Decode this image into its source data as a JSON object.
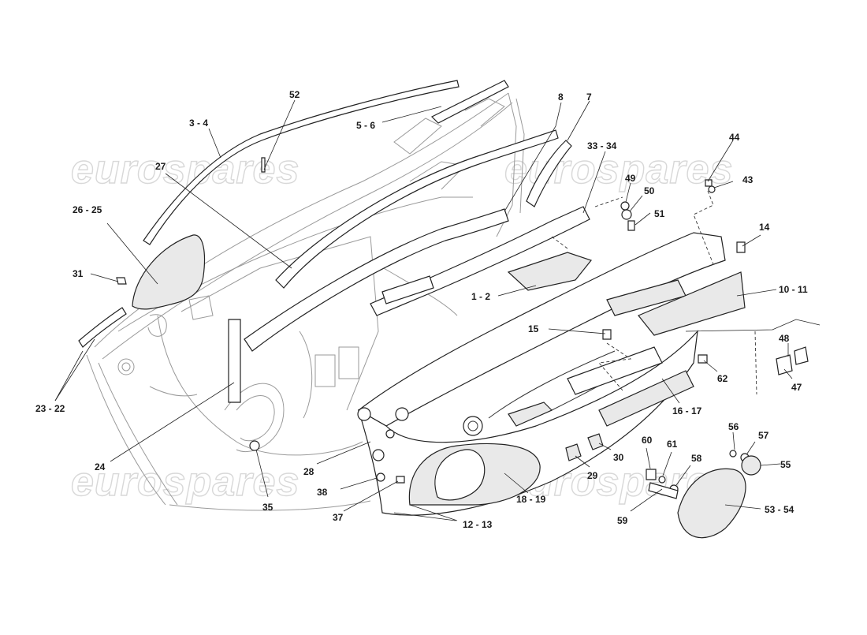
{
  "watermark": "eurospares",
  "callouts": [
    {
      "id": "c52",
      "text": "52"
    },
    {
      "id": "c3-4",
      "text": "3 - 4"
    },
    {
      "id": "c5-6",
      "text": "5 - 6"
    },
    {
      "id": "c8",
      "text": "8"
    },
    {
      "id": "c7",
      "text": "7"
    },
    {
      "id": "c33-34",
      "text": "33 - 34"
    },
    {
      "id": "c27",
      "text": "27"
    },
    {
      "id": "c44",
      "text": "44"
    },
    {
      "id": "c43",
      "text": "43"
    },
    {
      "id": "c49",
      "text": "49"
    },
    {
      "id": "c50",
      "text": "50"
    },
    {
      "id": "c51",
      "text": "51"
    },
    {
      "id": "c26-25",
      "text": "26 - 25"
    },
    {
      "id": "c14",
      "text": "14"
    },
    {
      "id": "c31",
      "text": "31"
    },
    {
      "id": "c1-2",
      "text": "1 - 2"
    },
    {
      "id": "c10-11",
      "text": "10 - 11"
    },
    {
      "id": "c15",
      "text": "15"
    },
    {
      "id": "c48",
      "text": "48"
    },
    {
      "id": "c62",
      "text": "62"
    },
    {
      "id": "c47",
      "text": "47"
    },
    {
      "id": "c23-22",
      "text": "23 - 22"
    },
    {
      "id": "c16-17",
      "text": "16 - 17"
    },
    {
      "id": "c56",
      "text": "56"
    },
    {
      "id": "c57",
      "text": "57"
    },
    {
      "id": "c60",
      "text": "60"
    },
    {
      "id": "c61",
      "text": "61"
    },
    {
      "id": "c30",
      "text": "30"
    },
    {
      "id": "c24",
      "text": "24"
    },
    {
      "id": "c55",
      "text": "55"
    },
    {
      "id": "c58",
      "text": "58"
    },
    {
      "id": "c28",
      "text": "28"
    },
    {
      "id": "c29",
      "text": "29"
    },
    {
      "id": "c38",
      "text": "38"
    },
    {
      "id": "c18-19",
      "text": "18 - 19"
    },
    {
      "id": "c35",
      "text": "35"
    },
    {
      "id": "c53-54",
      "text": "53 - 54"
    },
    {
      "id": "c37",
      "text": "37"
    },
    {
      "id": "c12-13",
      "text": "12 - 13"
    },
    {
      "id": "c59",
      "text": "59"
    }
  ]
}
